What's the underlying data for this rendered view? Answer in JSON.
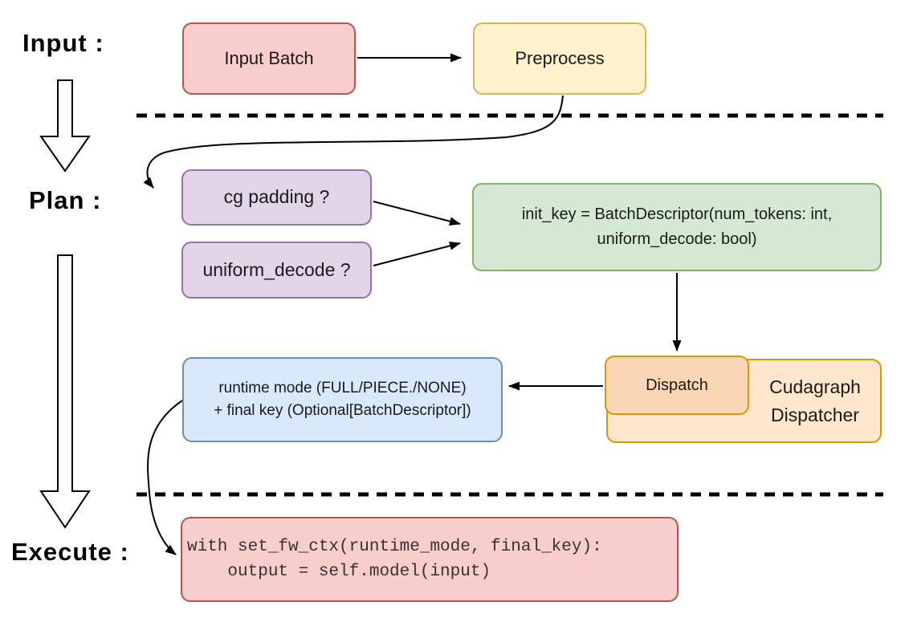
{
  "stages": {
    "input": {
      "label": "Input :"
    },
    "plan": {
      "label": "Plan :"
    },
    "execute": {
      "label": "Execute :"
    }
  },
  "nodes": {
    "input_batch": {
      "label": "Input Batch",
      "fill": "#f8cecc",
      "stroke": "#b85450"
    },
    "preprocess": {
      "label": "Preprocess",
      "fill": "#fff2cc",
      "stroke": "#d6b656"
    },
    "cg_padding": {
      "label": "cg padding ?",
      "fill": "#e1d5e7",
      "stroke": "#9673a6"
    },
    "uniform_decode": {
      "label": "uniform_decode ?",
      "fill": "#e1d5e7",
      "stroke": "#9673a6"
    },
    "init_key": {
      "line1": "init_key = BatchDescriptor(num_tokens: int,",
      "line2": "uniform_decode: bool)",
      "fill": "#d5e8d4",
      "stroke": "#82b366"
    },
    "dispatch": {
      "label": "Dispatch",
      "fill": "#fbd6b4",
      "stroke": "#d79b00"
    },
    "cudagraph_dispatcher": {
      "label": "Cudagraph Dispatcher",
      "fill": "#ffe6cc",
      "stroke": "#d79b00"
    },
    "runtime_mode": {
      "line1": "runtime mode (FULL/PIECE./NONE)",
      "line2": "+ final key (Optional[BatchDescriptor])",
      "fill": "#dae8fc",
      "stroke": "#6c8ebf"
    },
    "execute_code": {
      "line1": "with set_fw_ctx(runtime_mode, final_key):",
      "line2": "    output = self.model(input)",
      "fill": "#f8cecc",
      "stroke": "#b85450"
    }
  },
  "edges": [
    {
      "from": "input_batch",
      "to": "preprocess"
    },
    {
      "from": "preprocess",
      "to": "cg_padding"
    },
    {
      "from": "cg_padding",
      "to": "init_key"
    },
    {
      "from": "uniform_decode",
      "to": "init_key"
    },
    {
      "from": "init_key",
      "to": "dispatch"
    },
    {
      "from": "dispatch",
      "to": "runtime_mode"
    },
    {
      "from": "runtime_mode",
      "to": "execute_code"
    },
    {
      "from": "stage_input",
      "to": "stage_plan"
    },
    {
      "from": "stage_plan",
      "to": "stage_execute"
    }
  ],
  "colors": {
    "edge": "#000000",
    "separator": "#000000",
    "background": "#ffffff"
  }
}
